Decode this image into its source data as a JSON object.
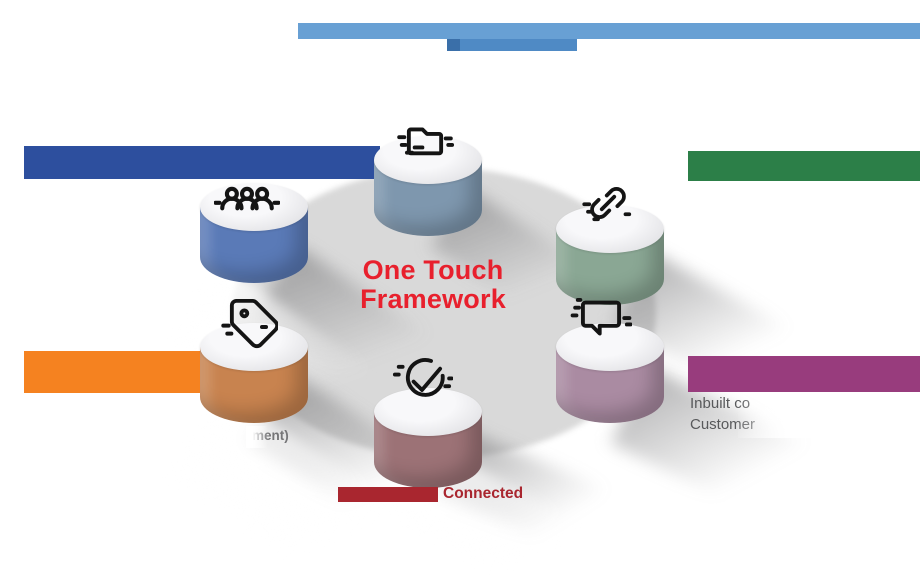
{
  "framework": {
    "title_line1": "One Touch",
    "title_line2": "Framework",
    "title_color": "#e8202d"
  },
  "bars": {
    "top_blue": "#68a0d4",
    "top_blue_sub": "#4f8ac5",
    "top_blue_square": "#3a6fa9",
    "navy": "#2d4f9e",
    "green": "#2c7f48",
    "orange": "#f58220",
    "purple": "#983c7d",
    "red": "#a9262f"
  },
  "platform_color": "#d9d9d9",
  "pods": [
    {
      "id": "top",
      "icon": "folder-icon",
      "color": "#7e97ae"
    },
    {
      "id": "left",
      "icon": "team-icon",
      "color": "#5a7ab7"
    },
    {
      "id": "right",
      "icon": "link-icon",
      "color": "#8aa794"
    },
    {
      "id": "bottom-left",
      "icon": "tag-icon",
      "color": "#c8834f"
    },
    {
      "id": "bottom-right",
      "icon": "chat-icon",
      "color": "#aa8ba2"
    },
    {
      "id": "bottom",
      "icon": "check-icon",
      "color": "#9c7276"
    }
  ],
  "captions": {
    "connected_label": "Connected",
    "left_fragment": "ment)",
    "right_fragment_line1": "Inbuilt co",
    "right_fragment_line2": "Customer"
  }
}
